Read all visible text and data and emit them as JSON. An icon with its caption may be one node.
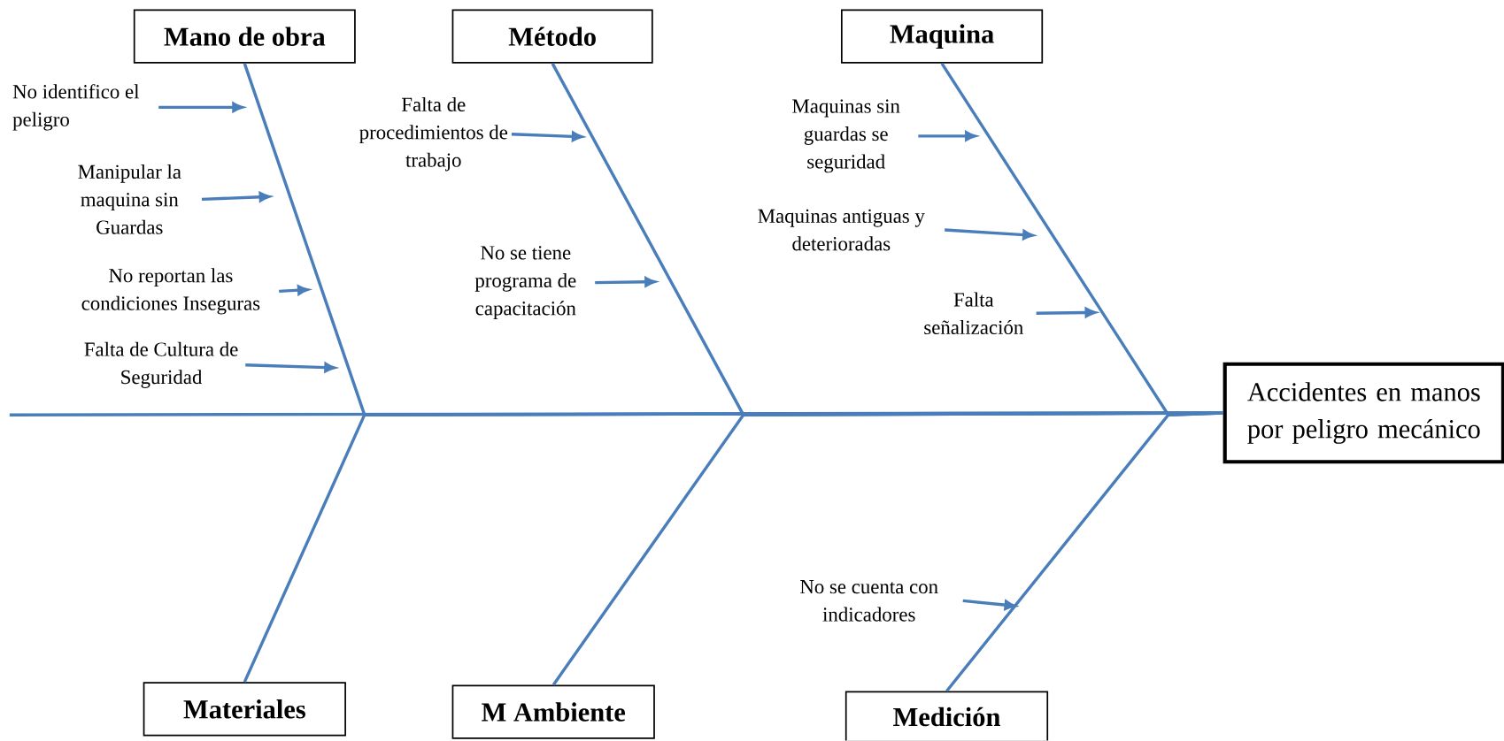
{
  "diagram": {
    "nodes": [
      {
        "text": [
          "Mano de obra"
        ]
      },
      {
        "text": [
          "Método"
        ]
      },
      {
        "text": [
          "Maquina"
        ]
      },
      {
        "text": [
          "Materiales"
        ]
      },
      {
        "text": [
          "M Ambiente"
        ]
      },
      {
        "text": [
          "Medición"
        ]
      },
      {
        "text": [
          "Accidentes en manos por peligro mecánico"
        ]
      },
      {
        "text": [
          "No identifico el peligro"
        ]
      },
      {
        "text": [
          "Manipular la maquina sin Guardas"
        ]
      },
      {
        "text": [
          "No reportan las condiciones Inseguras"
        ]
      },
      {
        "text": [
          "Falta de Cultura de Seguridad"
        ]
      },
      {
        "text": [
          "Falta de procedimientos de trabajo"
        ]
      },
      {
        "text": [
          "No se tiene programa de capacitación"
        ]
      },
      {
        "text": [
          "Maquinas sin guardas se seguridad"
        ]
      },
      {
        "text": [
          "Maquinas antiguas y deterioradas"
        ]
      },
      {
        "text": [
          "Falta señalización"
        ]
      },
      {
        "text": [
          "No se cuenta con indicadores"
        ]
      }
    ],
    "edges": [
      {
        "from": null,
        "to": 6,
        "arrow": "none"
      },
      {
        "from": 0,
        "to": 6,
        "arrow": "none"
      },
      {
        "from": 1,
        "to": 6,
        "arrow": "none"
      },
      {
        "from": 2,
        "to": 6,
        "arrow": "none"
      },
      {
        "from": 3,
        "to": 6,
        "arrow": "none"
      },
      {
        "from": 4,
        "to": 6,
        "arrow": "none"
      },
      {
        "from": 5,
        "to": 6,
        "arrow": "none"
      },
      {
        "from": 7,
        "to": null,
        "arrow": "to"
      },
      {
        "from": 8,
        "to": null,
        "arrow": "to"
      },
      {
        "from": 9,
        "to": null,
        "arrow": "to"
      },
      {
        "from": 10,
        "to": null,
        "arrow": "to"
      },
      {
        "from": 11,
        "to": null,
        "arrow": "to"
      },
      {
        "from": 12,
        "to": null,
        "arrow": "to"
      },
      {
        "from": 13,
        "to": null,
        "arrow": "to"
      },
      {
        "from": 14,
        "to": null,
        "arrow": "to"
      },
      {
        "from": 15,
        "to": null,
        "arrow": "to"
      },
      {
        "from": 16,
        "to": null,
        "arrow": "to"
      }
    ]
  }
}
